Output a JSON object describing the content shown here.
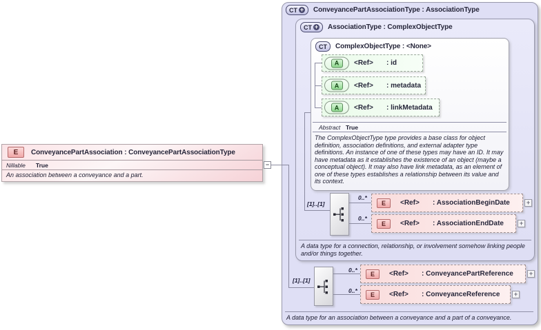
{
  "colors": {
    "panel_lavender": "#dfdff5",
    "element_pink": "#fadcdc",
    "attribute_green": "#eafbea",
    "border_gray": "#9898ac"
  },
  "icons": {
    "plus": "+",
    "minus": "−"
  },
  "left_element": {
    "badge": "E",
    "title": "ConveyancePartAssociation : ConveyancePartAssociationType",
    "property_label": "Nillable",
    "property_value": "True",
    "description": "An association between a conveyance and a part."
  },
  "outer_type": {
    "badge": "CT",
    "title": "ConveyancePartAssociationType : AssociationType",
    "description": "A data type for an association between a conveyance and a part of a conveyance."
  },
  "association_type": {
    "badge": "CT",
    "title": "AssociationType : ComplexObjectType",
    "description": "A data type for a connection, relationship, or involvement somehow linking people and/or things together."
  },
  "complex_object_type": {
    "badge": "CT",
    "title": "ComplexObjectType : <None>",
    "property_label": "Abstract",
    "property_value": "True",
    "description": "The ComplexObjectType type provides a base class for object definition, association definitions, and external adapter type definitions. An instance of one of these types may have an ID. It may have metadata as it establishes the existence of an object (maybe a conceptual object). It may also have link metadata, as an element of one of these types establishes a relationship between its value and its context.",
    "attributes": [
      {
        "badge": "A",
        "ref": "<Ref>",
        "name": ": id"
      },
      {
        "badge": "A",
        "ref": "<Ref>",
        "name": ": metadata"
      },
      {
        "badge": "A",
        "ref": "<Ref>",
        "name": ": linkMetadata"
      }
    ]
  },
  "association_group": {
    "occurrence": "[1]..[1]",
    "elements": [
      {
        "cardinality": "0..*",
        "badge": "E",
        "ref": "<Ref>",
        "name": ": AssociationBeginDate",
        "expand": "+"
      },
      {
        "cardinality": "0..*",
        "badge": "E",
        "ref": "<Ref>",
        "name": ": AssociationEndDate",
        "expand": "+"
      }
    ]
  },
  "conveyance_group": {
    "occurrence": "[1]..[1]",
    "elements": [
      {
        "cardinality": "0..*",
        "badge": "E",
        "ref": "<Ref>",
        "name": ": ConveyancePartReference",
        "expand": "+"
      },
      {
        "cardinality": "0..*",
        "badge": "E",
        "ref": "<Ref>",
        "name": ": ConveyanceReference",
        "expand": "+"
      }
    ]
  }
}
